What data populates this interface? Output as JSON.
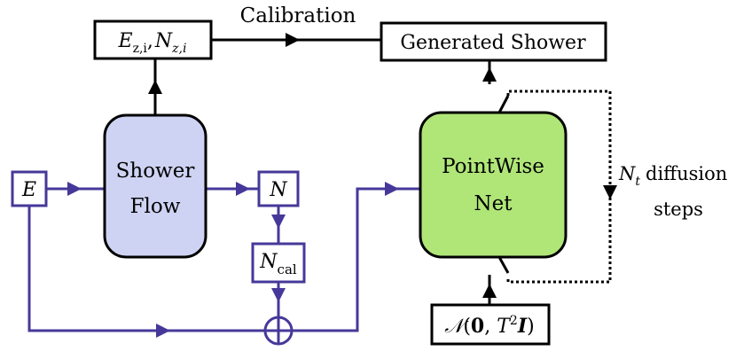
{
  "colors": {
    "black": "#000000",
    "purple": "#46389a",
    "shower_flow_fill": "#cfd3f3",
    "pointwise_fill": "#b0e678"
  },
  "labels": {
    "calibration": "Calibration",
    "generated_shower": "Generated Shower",
    "ez_main": "E",
    "ez_sub": "z,i",
    "ez_comma": ",",
    "nz_main": "N",
    "nz_sub": "z,i",
    "shower_flow_line1": "Shower",
    "shower_flow_line2": "Flow",
    "pointwise_line1": "PointWise",
    "pointwise_line2": "Net",
    "e_input": "E",
    "n_box": "N",
    "ncal_main": "N",
    "ncal_sub": "cal",
    "diffusion_nt": "N",
    "diffusion_nt_sub": "t",
    "diffusion_line1": "diffusion",
    "diffusion_line2": "steps",
    "noise_n": "𝒩",
    "noise_open": "(",
    "noise_zero": "0",
    "noise_comma": ", ",
    "noise_t": "T",
    "noise_sq": "2",
    "noise_i": "I",
    "noise_close": ")"
  }
}
